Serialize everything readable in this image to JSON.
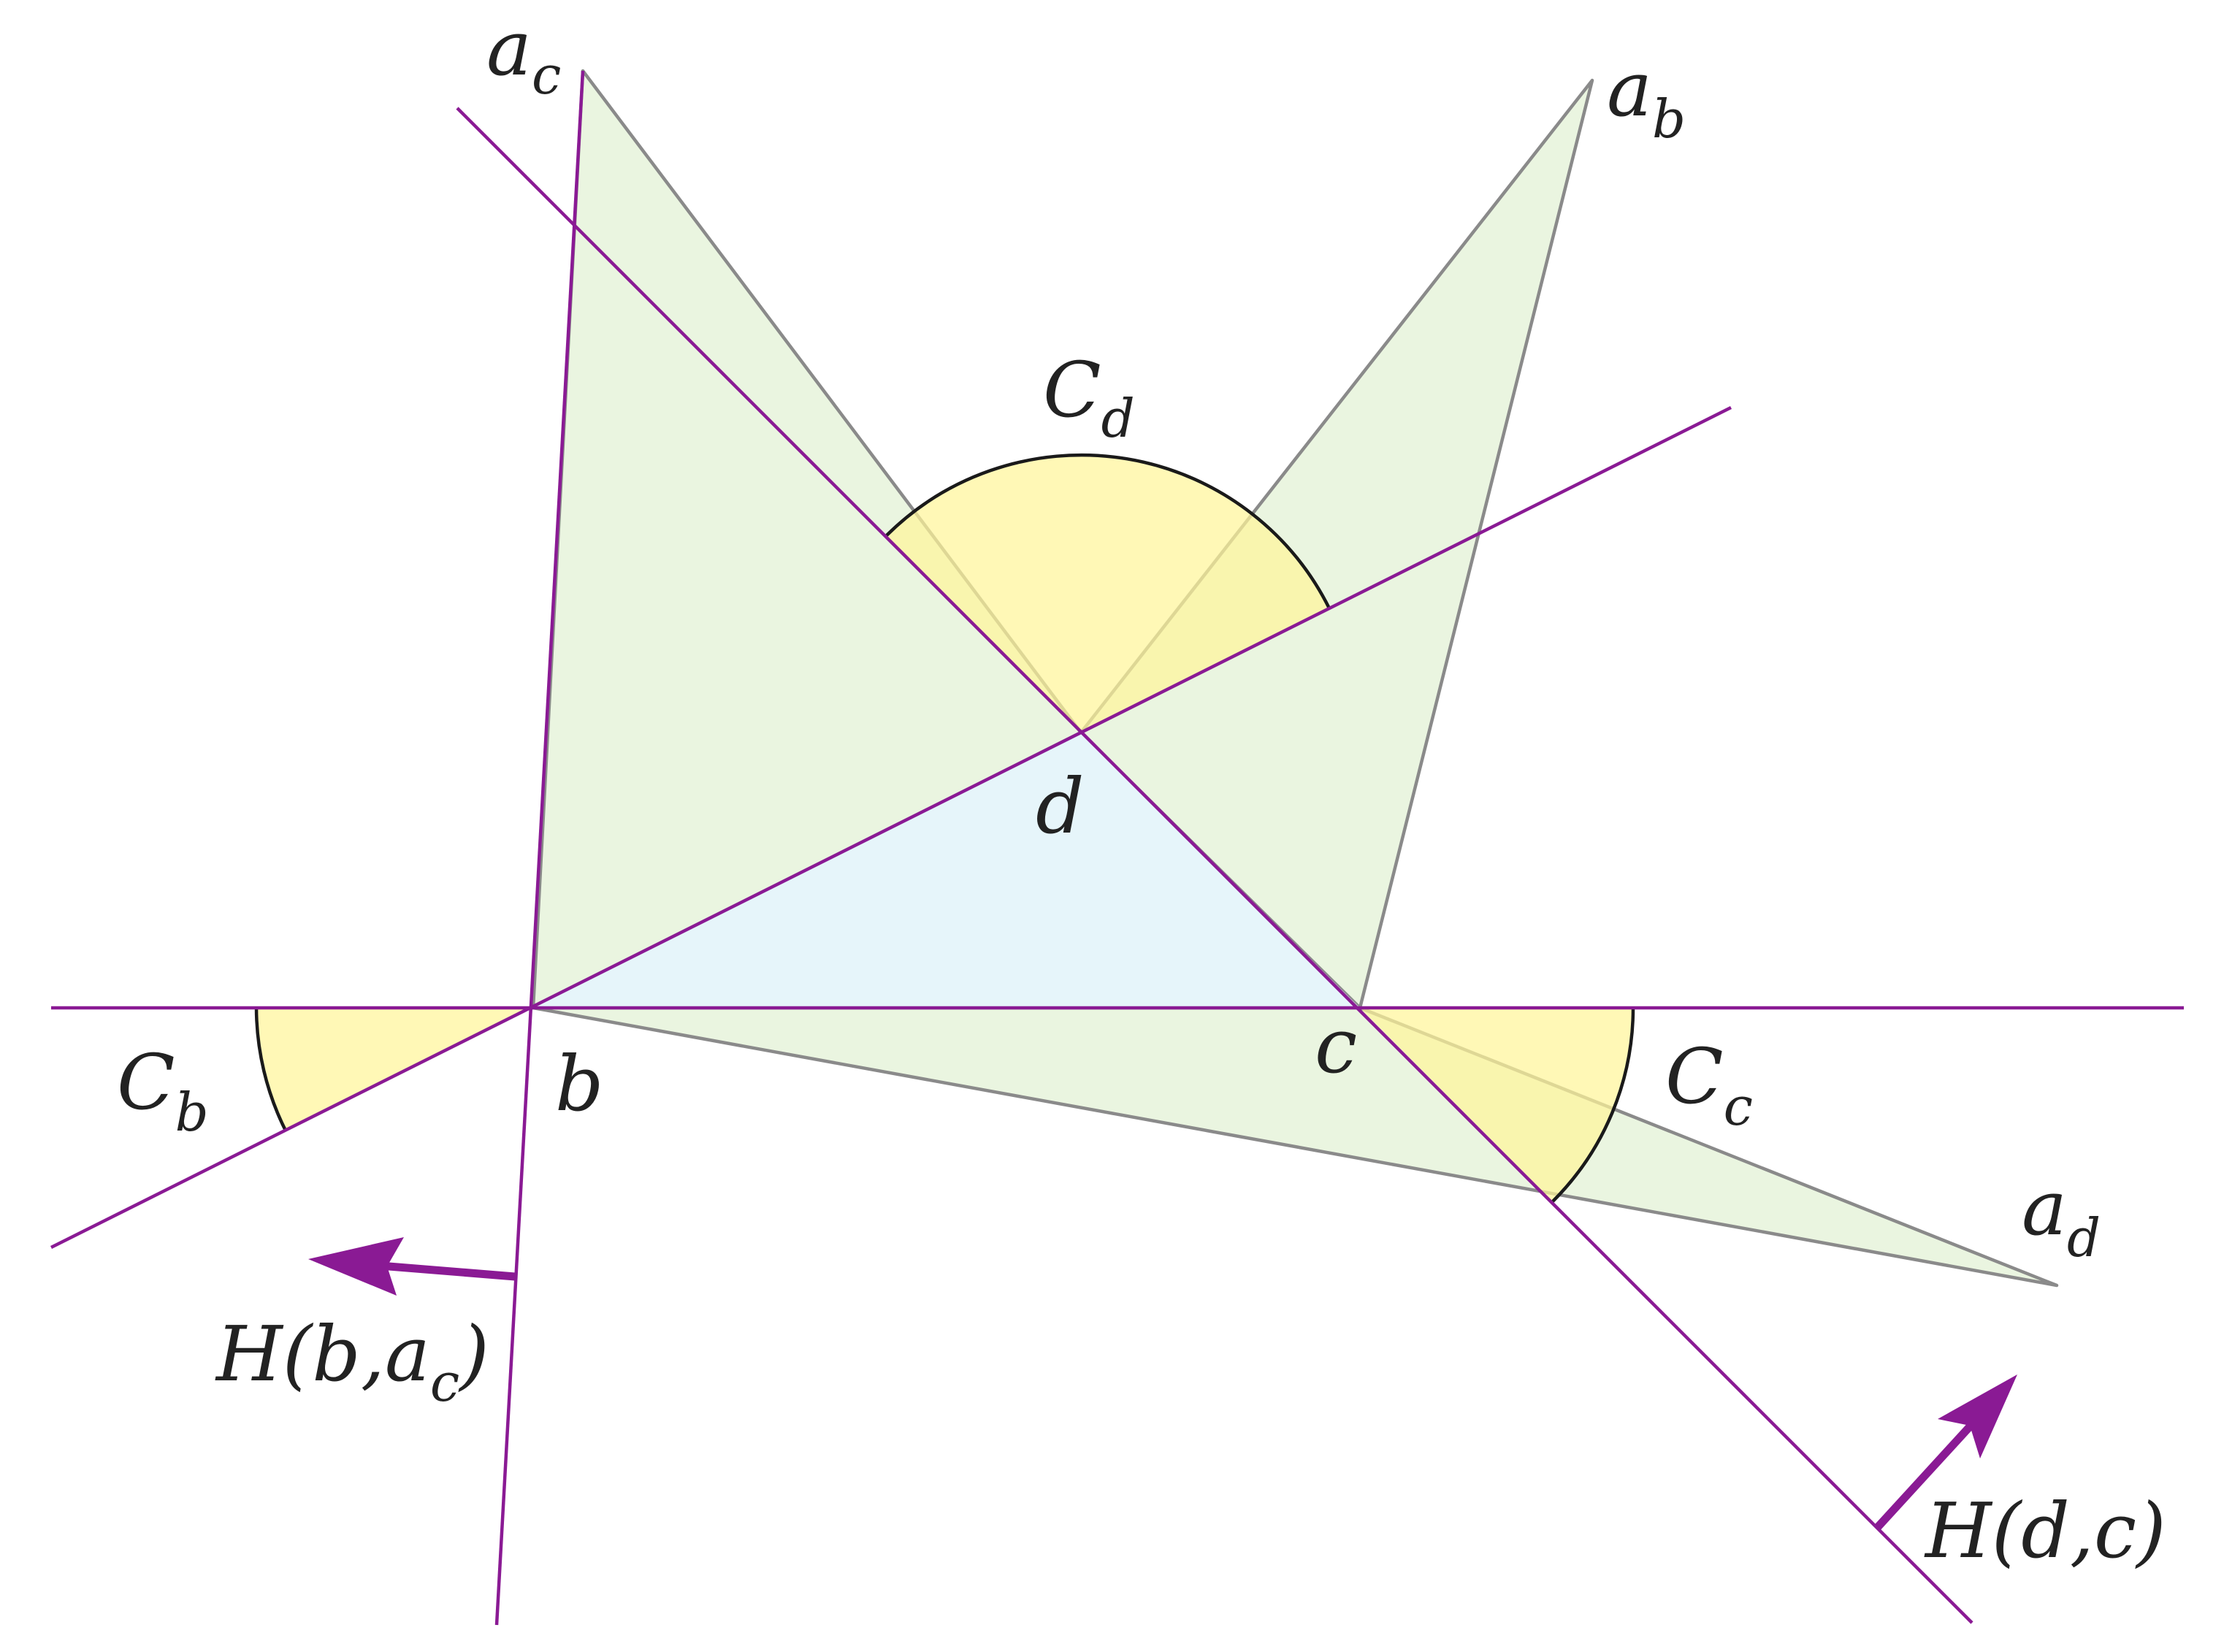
{
  "labels": {
    "a_c": {
      "main": "a",
      "sub": "c"
    },
    "a_b": {
      "main": "a",
      "sub": "b"
    },
    "a_d": {
      "main": "a",
      "sub": "d"
    },
    "C_d": {
      "main": "C",
      "sub": "d"
    },
    "C_b": {
      "main": "C",
      "sub": "b"
    },
    "C_c": {
      "main": "C",
      "sub": "c"
    },
    "d": "d",
    "b": "b",
    "c": "c",
    "H_b_ac": {
      "pre": "H(b,a",
      "sub": "c",
      "post": ")"
    },
    "H_d_c": "H(d,c)"
  },
  "colors": {
    "line": "#8a1a94",
    "triangle_fill": "#e5f3d8",
    "triangle_edge": "#8a8a8a",
    "inner_triangle": "#e6f5fa",
    "cone_fill": "#fff59a",
    "arc": "#1a1a1a"
  }
}
